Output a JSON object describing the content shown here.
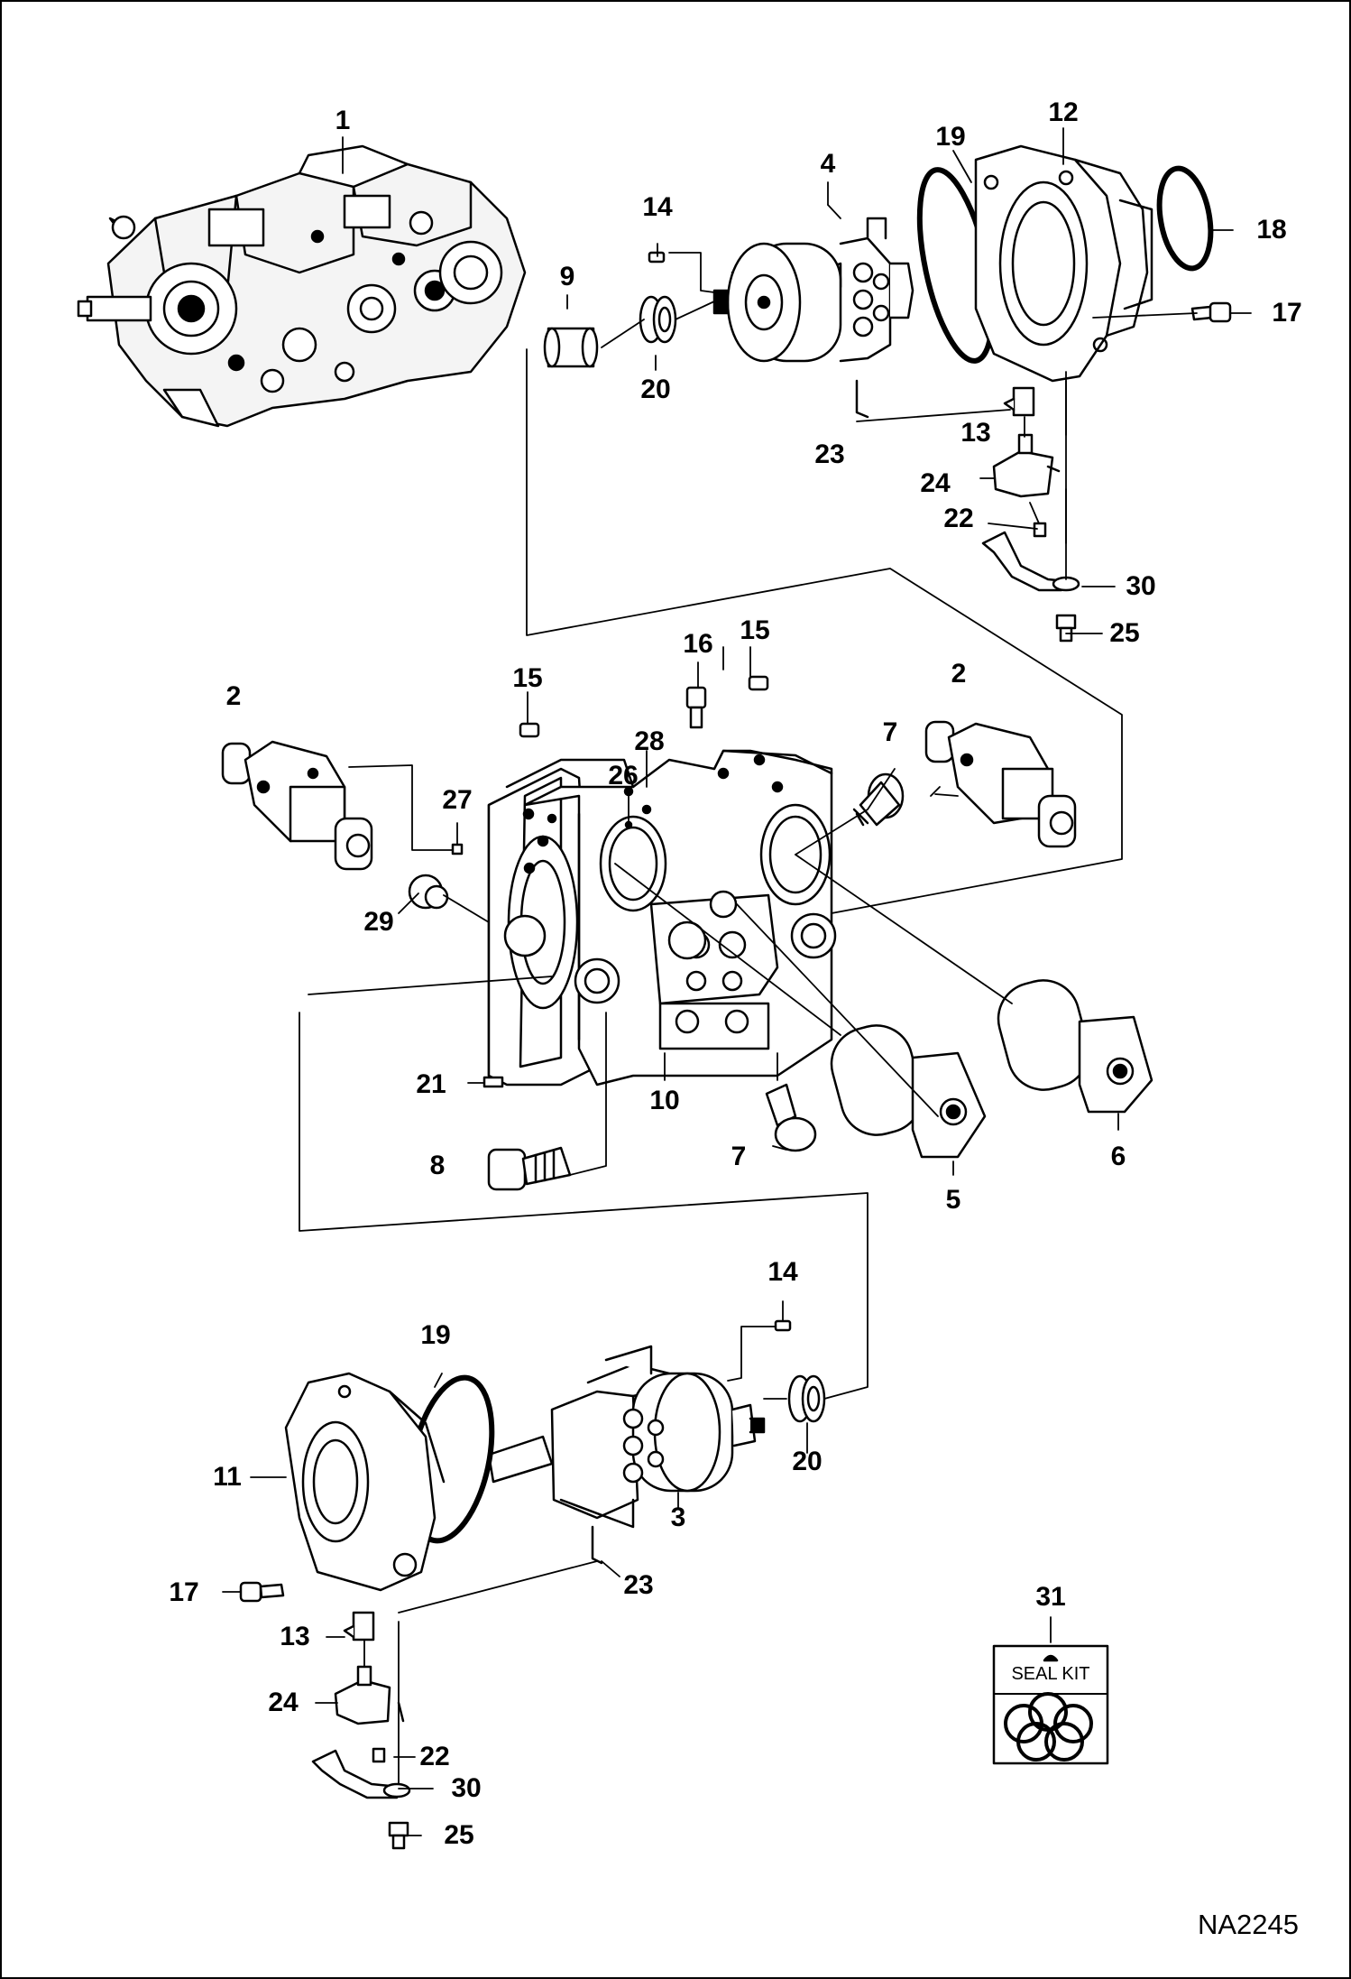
{
  "drawing_code": "NA2245",
  "seal_kit_text": "SEAL KIT",
  "callouts": [
    {
      "id": "c1",
      "text": "1"
    },
    {
      "id": "c2a",
      "text": "2"
    },
    {
      "id": "c2b",
      "text": "2"
    },
    {
      "id": "c3",
      "text": "3"
    },
    {
      "id": "c4",
      "text": "4"
    },
    {
      "id": "c5",
      "text": "5"
    },
    {
      "id": "c6",
      "text": "6"
    },
    {
      "id": "c7a",
      "text": "7"
    },
    {
      "id": "c7b",
      "text": "7"
    },
    {
      "id": "c8",
      "text": "8"
    },
    {
      "id": "c9",
      "text": "9"
    },
    {
      "id": "c10",
      "text": "10"
    },
    {
      "id": "c11",
      "text": "11"
    },
    {
      "id": "c12",
      "text": "12"
    },
    {
      "id": "c13a",
      "text": "13"
    },
    {
      "id": "c13b",
      "text": "13"
    },
    {
      "id": "c14a",
      "text": "14"
    },
    {
      "id": "c14b",
      "text": "14"
    },
    {
      "id": "c15a",
      "text": "15"
    },
    {
      "id": "c15b",
      "text": "15"
    },
    {
      "id": "c16",
      "text": "16"
    },
    {
      "id": "c17a",
      "text": "17"
    },
    {
      "id": "c17b",
      "text": "17"
    },
    {
      "id": "c18",
      "text": "18"
    },
    {
      "id": "c19a",
      "text": "19"
    },
    {
      "id": "c19b",
      "text": "19"
    },
    {
      "id": "c20a",
      "text": "20"
    },
    {
      "id": "c20b",
      "text": "20"
    },
    {
      "id": "c21",
      "text": "21"
    },
    {
      "id": "c22a",
      "text": "22"
    },
    {
      "id": "c22b",
      "text": "22"
    },
    {
      "id": "c23a",
      "text": "23"
    },
    {
      "id": "c23b",
      "text": "23"
    },
    {
      "id": "c24a",
      "text": "24"
    },
    {
      "id": "c24b",
      "text": "24"
    },
    {
      "id": "c25a",
      "text": "25"
    },
    {
      "id": "c25b",
      "text": "25"
    },
    {
      "id": "c26",
      "text": "26"
    },
    {
      "id": "c27",
      "text": "27"
    },
    {
      "id": "c28",
      "text": "28"
    },
    {
      "id": "c29",
      "text": "29"
    },
    {
      "id": "c30a",
      "text": "30"
    },
    {
      "id": "c30b",
      "text": "30"
    },
    {
      "id": "c31",
      "text": "31"
    }
  ]
}
